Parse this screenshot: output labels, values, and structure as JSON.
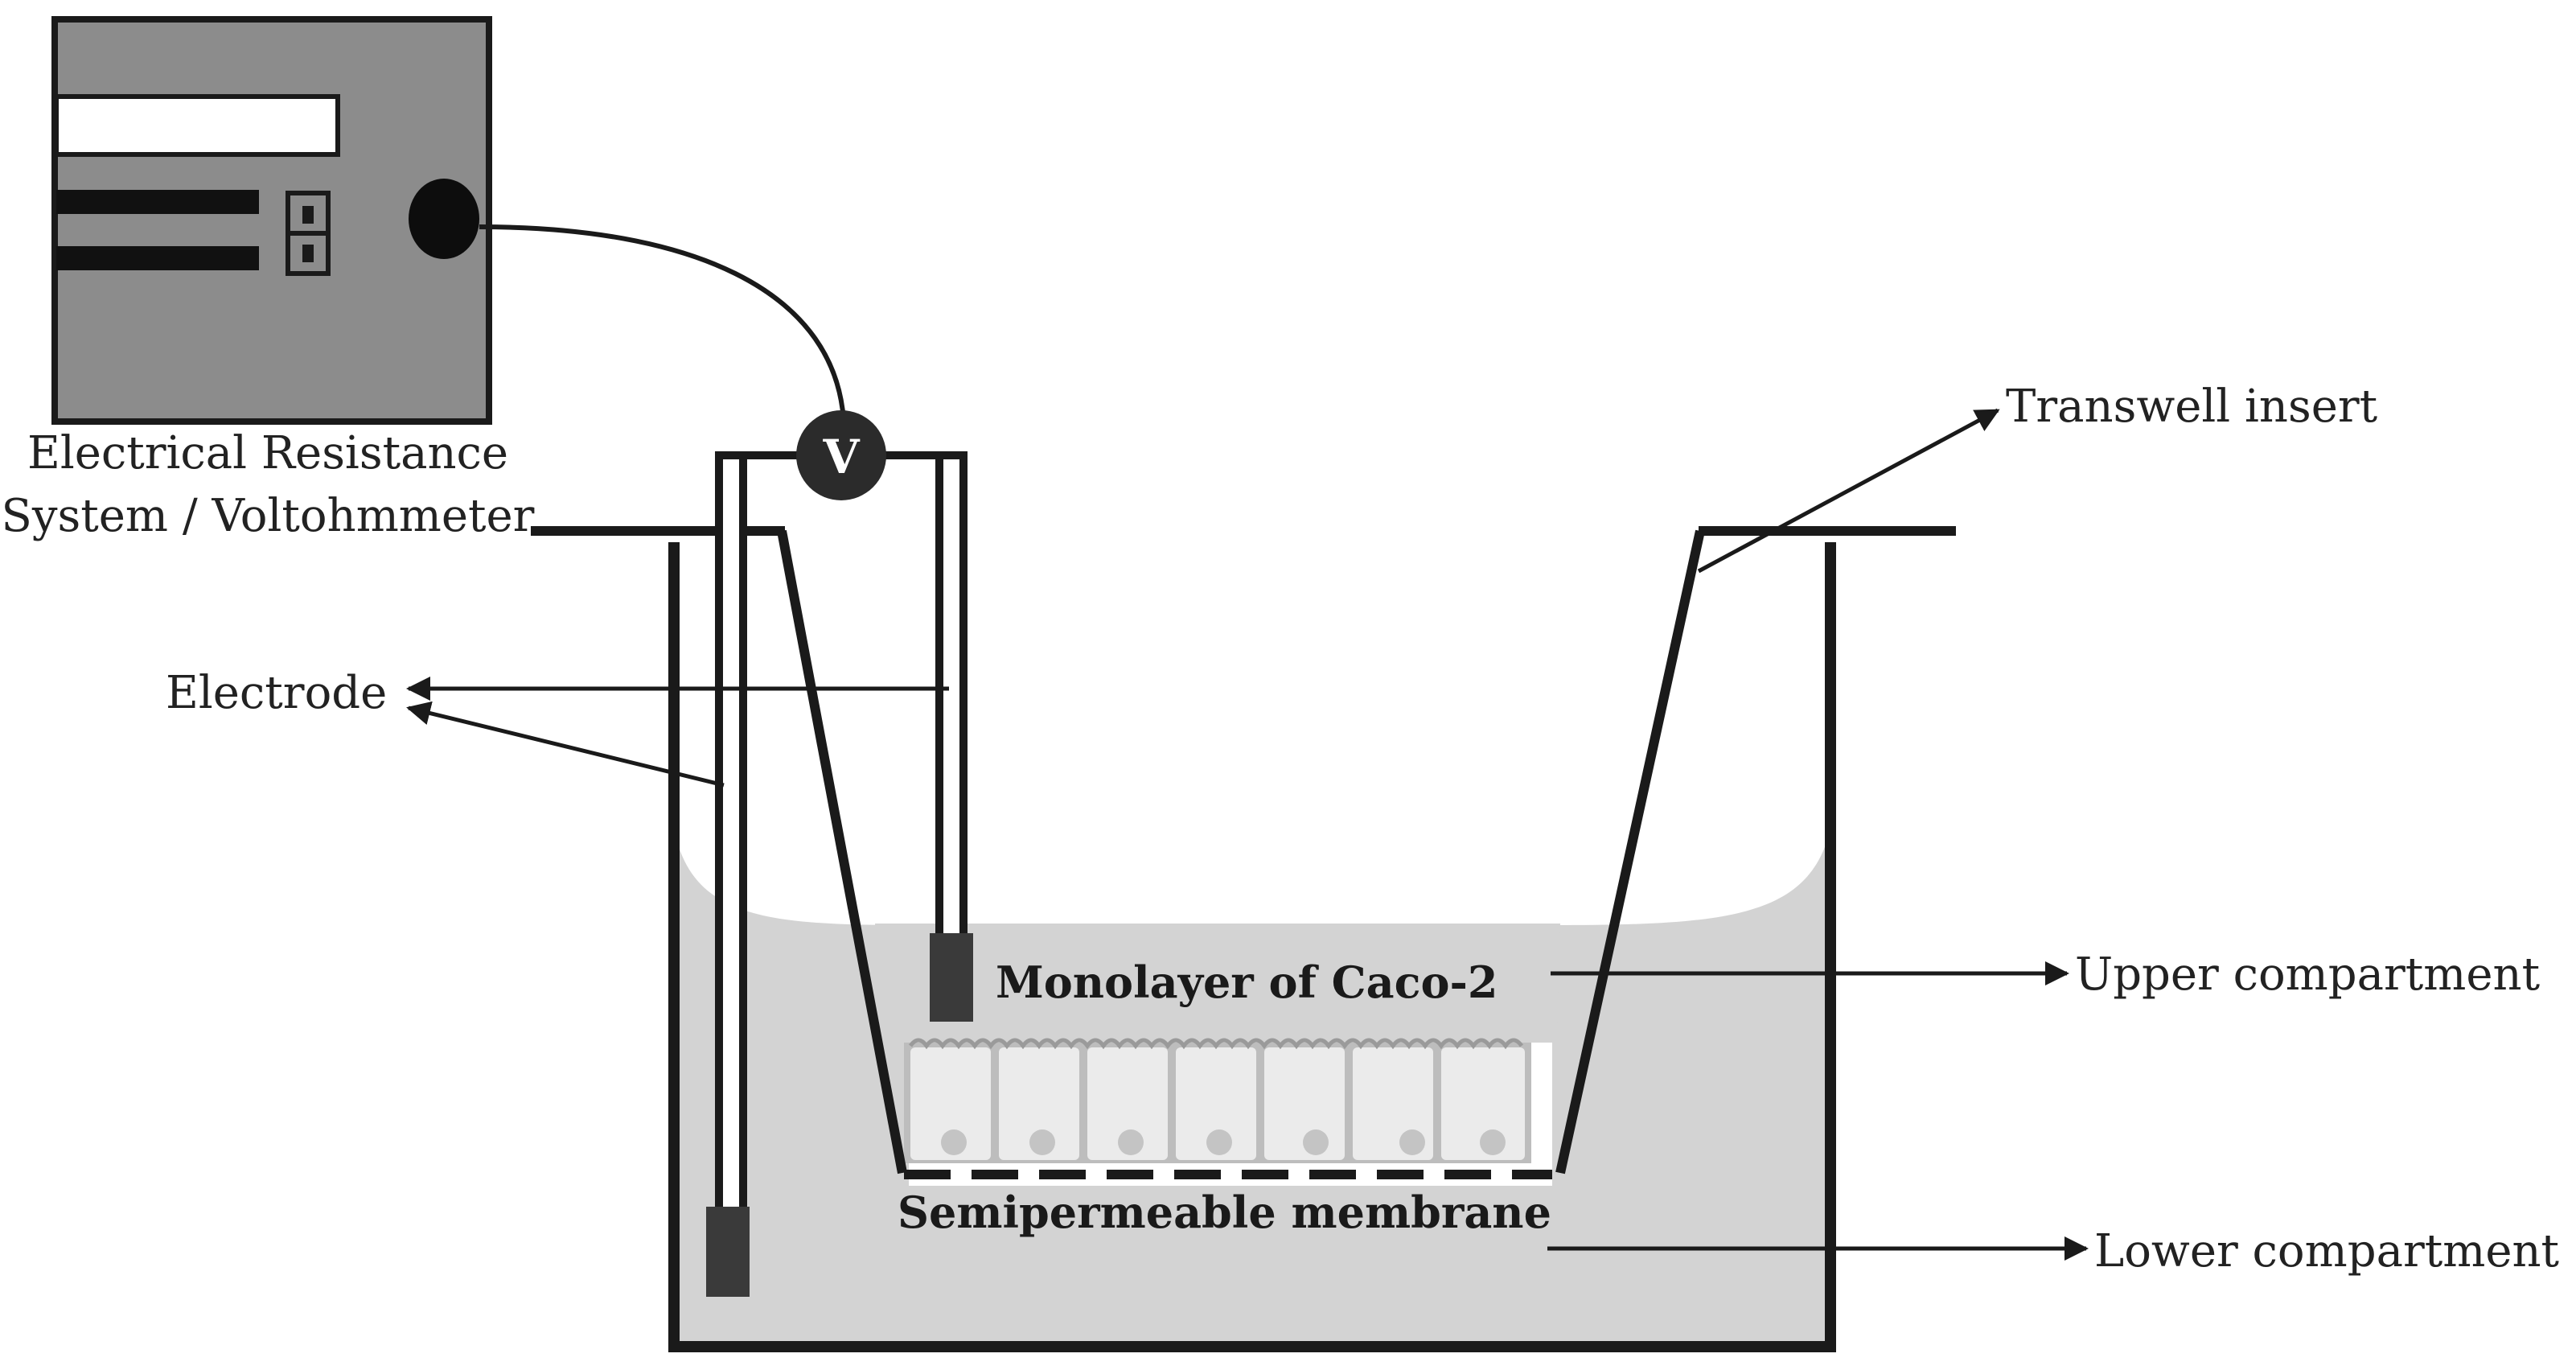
{
  "labels": {
    "device_line1": "Electrical Resistance",
    "device_line2": "System / Voltohmmeter",
    "electrode": "Electrode",
    "transwell_insert": "Transwell insert",
    "monolayer": "Monolayer of Caco-2",
    "upper_compartment": "Upper compartment",
    "semipermeable_membrane": "Semipermeable membrane",
    "lower_compartment": "Lower compartment",
    "voltmeter_symbol": "V"
  },
  "colors": {
    "device_body": "#8c8c8c",
    "line": "#1a1a1a",
    "medium": "#d3d3d3",
    "cells": "#e9e9e9"
  }
}
